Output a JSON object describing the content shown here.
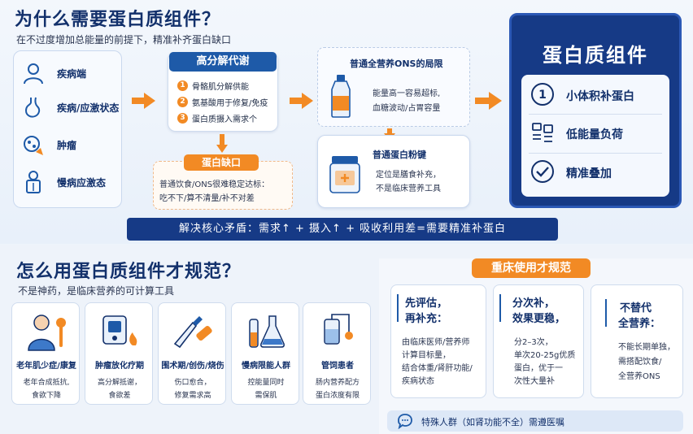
{
  "section1": {
    "title": "为什么需要蛋白质组件？",
    "subtitle": "在不过度增加总能量的前提下，精准补齐蛋白缺口",
    "states": [
      {
        "label": "疾病端",
        "icon": "person-icon"
      },
      {
        "label": "疾病/应激状态",
        "icon": "stomach-icon"
      },
      {
        "label": "肿瘤",
        "icon": "tumor-cell-icon"
      },
      {
        "label": "慢病应激态",
        "icon": "patient-icon"
      }
    ],
    "metabolism": {
      "title": "高分解代谢",
      "items": [
        {
          "num": "1",
          "text": "骨骼肌分解供能"
        },
        {
          "num": "2",
          "text": "氨基酸用于修复/免疫"
        },
        {
          "num": "3",
          "text": "蛋白质摄入需求个"
        }
      ]
    },
    "protein_gap": {
      "title": "蛋白缺口",
      "line1": "普通饮食/ONS很难稳定达标：",
      "line2": "吃不下/算不清量/补不对差"
    },
    "ons_limit": {
      "title": "普通全营养ONS的局限",
      "line1": "能量高一容易超标,",
      "line2": "血糖波动/占胃容量"
    },
    "powder": {
      "title": "普通蛋白粉键",
      "line1": "定位是膳食补充，",
      "line2": "不是临床营养工具"
    },
    "component": {
      "title": "蛋白质组件",
      "features": [
        {
          "label": "小体积补蛋白",
          "icon": "number-one-icon"
        },
        {
          "label": "低能量负荷",
          "icon": "scale-icon"
        },
        {
          "label": "精准叠加",
          "icon": "check-circle-icon"
        }
      ]
    },
    "core_bar": "解决核心矛盾：需求↑ + 摄入↑  + 吸收利用差=需要精准补蛋白"
  },
  "section2": {
    "title": "怎么用蛋白质组件才规范？",
    "subtitle": "不是神药，是临床营养的可计算工具",
    "populations": [
      {
        "title": "老年肌少症/康复",
        "line1": "老年合成抵抗,",
        "line2": "食欲下降",
        "icon": "elderly-icon"
      },
      {
        "title": "肿瘤放化疗期",
        "line1": "高分解抵谢，",
        "line2": "食欲差",
        "icon": "iv-pump-icon"
      },
      {
        "title": "围术期/创伤/烧伤",
        "line1": "伤口愈合，",
        "line2": "修复需求高",
        "icon": "scalpel-icon"
      },
      {
        "title": "慢病限能人群",
        "line1": "控能量同时",
        "line2": "需保肌",
        "icon": "flask-icon"
      },
      {
        "title": "管饲患者",
        "line1": "肠内营养配方",
        "line2": "蛋白浓度有限",
        "icon": "tube-feeding-icon"
      }
    ],
    "rules": {
      "title": "重床使用才规范",
      "cards": [
        {
          "title1": "先评估，",
          "title2": "再补充：",
          "lines": [
            "由临床医师/营养师",
            "计算目标量，",
            "结合体重/肾肝功能/",
            "疾病状态"
          ]
        },
        {
          "title1": "分次补，",
          "title2": "效果更稳，",
          "lines": [
            "分2–3次，",
            "单次20-25g优质",
            "蛋白，优于一",
            "次性大量补"
          ]
        },
        {
          "title1": "不替代",
          "title2": "全营养：",
          "lines": [
            "不能长期单独，",
            "需搭配饮食/",
            "全营养ONS"
          ]
        }
      ],
      "note": "特殊人群（如肾功能不全）需遵医嘱"
    }
  },
  "colors": {
    "navy": "#12306b",
    "panel_blue": "#163a86",
    "accent_blue": "#1e5aa8",
    "orange": "#f28a24"
  }
}
